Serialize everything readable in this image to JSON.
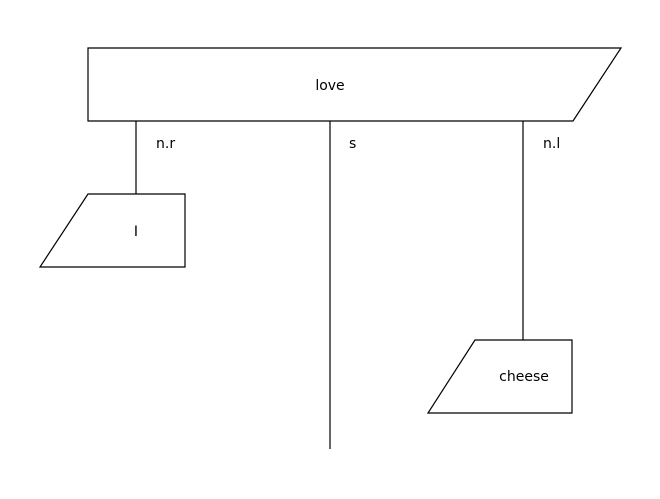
{
  "boxes": {
    "love": "love",
    "i": "I",
    "cheese": "cheese"
  },
  "wires": {
    "left": "n.r",
    "middle": "s",
    "right": "n.l"
  }
}
